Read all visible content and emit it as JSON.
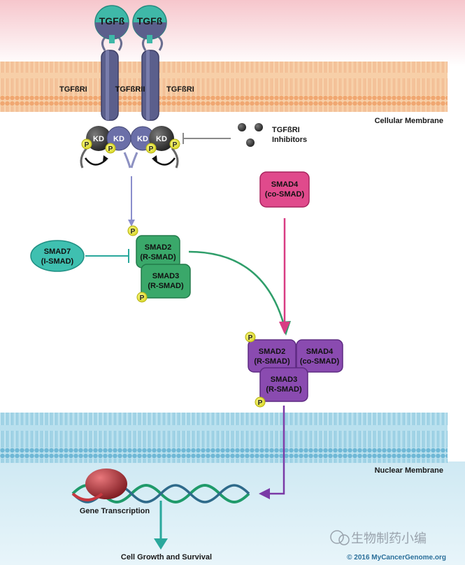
{
  "ligands": [
    "TGFß",
    "TGFß"
  ],
  "receptor_labels": {
    "left": "TGFßRI",
    "center": "TGFßRII",
    "right": "TGFßRI"
  },
  "kinase_domains": [
    "KD",
    "KD",
    "KD",
    "KD"
  ],
  "phospho_label": "P",
  "membranes": {
    "cellular": "Cellular Membrane",
    "nuclear": "Nuclear Membrane"
  },
  "inhibitors": {
    "line1": "TGFßRI",
    "line2": "Inhibitors"
  },
  "smad4_free": {
    "line1": "SMAD4",
    "line2": "(co-SMAD)"
  },
  "smad7": {
    "line1": "SMAD7",
    "line2": "(I-SMAD)"
  },
  "smad2": {
    "line1": "SMAD2",
    "line2": "(R-SMAD)"
  },
  "smad3": {
    "line1": "SMAD3",
    "line2": "(R-SMAD)"
  },
  "complex": {
    "smad2": {
      "line1": "SMAD2",
      "line2": "(R-SMAD)"
    },
    "smad4": {
      "line1": "SMAD4",
      "line2": "(co-SMAD)"
    },
    "smad3": {
      "line1": "SMAD3",
      "line2": "(R-SMAD)"
    }
  },
  "outcomes": {
    "gene": "Gene Transcription",
    "cell": "Cell Growth and Survival"
  },
  "watermark": "生物制药小编",
  "copyright": "© 2016 MyCancerGenome.org",
  "colors": {
    "ligand": "#3fb8a8",
    "receptor": "#5b5f8c",
    "smad_green": "#3aa86a",
    "smad_purple": "#8a4bb0",
    "smad4_pink": "#e04a8c",
    "smad7_teal": "#3fc0b0",
    "phospho": "#e8e62a",
    "membrane": "#f2b98a",
    "nuclear_membrane": "#8fc9e0",
    "arrow_green": "#2f9e6a",
    "arrow_pink": "#d83c83",
    "arrow_purple": "#7a3aa6",
    "arrow_teal": "#2aa89c",
    "dna_red": "#c8373f",
    "dna_green": "#1f9a6a"
  }
}
